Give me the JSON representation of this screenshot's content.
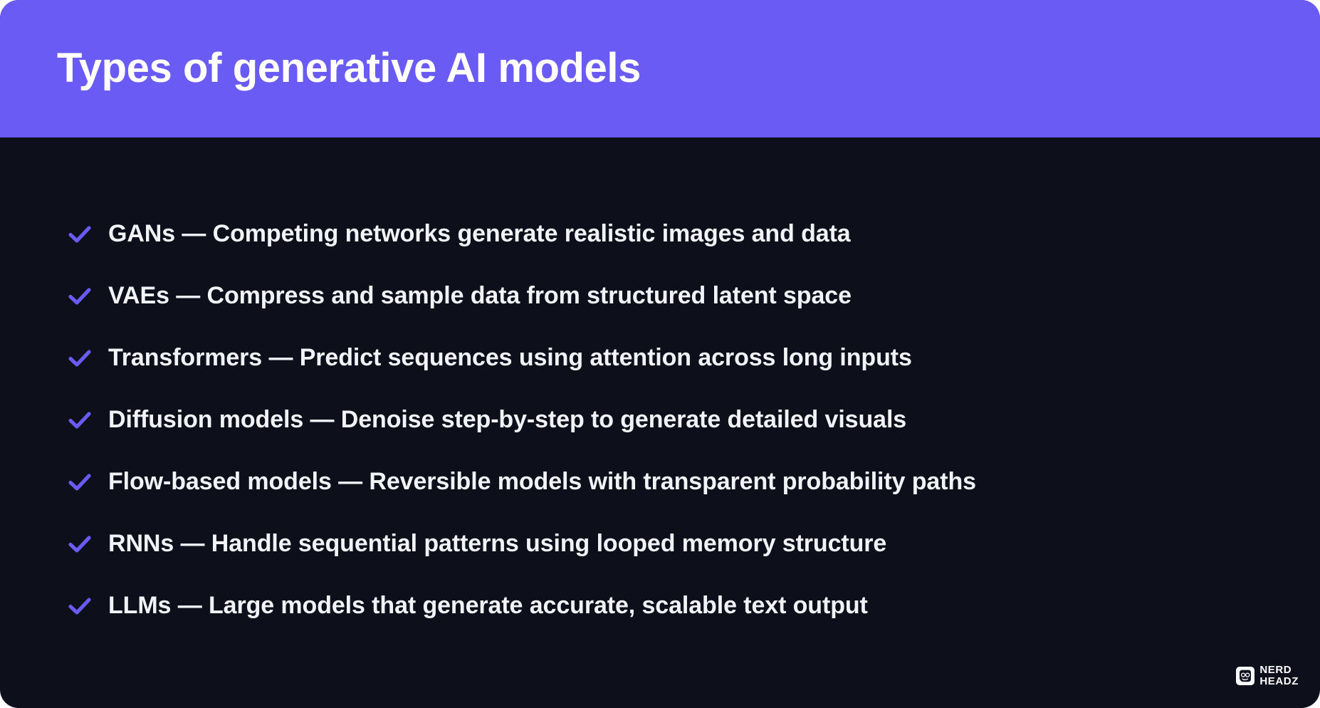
{
  "slide": {
    "title": "Types of generative AI models",
    "background_color": "#0D0F1A",
    "accent_color": "#6A5BF5",
    "title_text_color": "#FFFFFF",
    "body_text_color": "#F2F3F7"
  },
  "bullets": [
    {
      "icon": "check-icon",
      "text": "GANs — Competing networks generate realistic images and data"
    },
    {
      "icon": "check-icon",
      "text": "VAEs — Compress and sample data from structured latent space"
    },
    {
      "icon": "check-icon",
      "text": "Transformers — Predict sequences using attention across long inputs"
    },
    {
      "icon": "check-icon",
      "text": "Diffusion models — Denoise step-by-step to generate detailed visuals"
    },
    {
      "icon": "check-icon",
      "text": "Flow-based models — Reversible models with transparent probability paths"
    },
    {
      "icon": "check-icon",
      "text": "RNNs — Handle sequential patterns using looped memory structure"
    },
    {
      "icon": "check-icon",
      "text": "LLMs — Large models that generate accurate, scalable text output"
    }
  ],
  "footer": {
    "logo": {
      "icon": "nerdheadz-head-icon",
      "line1": "NERD",
      "line2": "HEADZ"
    }
  }
}
